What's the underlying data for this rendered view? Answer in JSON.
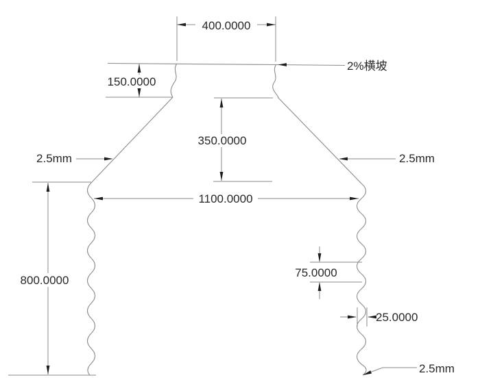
{
  "drawing": {
    "dimensions": {
      "top_width": "400.0000",
      "surface_layer_thickness": "150.0000",
      "upper_slope_height": "350.0000",
      "platform_width": "1100.0000",
      "lower_body_height": "800.0000",
      "step_height": "75.0000",
      "step_width": "25.0000"
    },
    "leaders": {
      "cross_slope": "2%横坡",
      "thickness_upper_left": "2.5mm",
      "thickness_upper_right": "2.5mm",
      "thickness_bottom_right": "2.5mm"
    },
    "colors": {
      "line": "#8a8a8a",
      "arrow": "#1e1e1e",
      "text": "#262626",
      "background": "#ffffff"
    }
  }
}
